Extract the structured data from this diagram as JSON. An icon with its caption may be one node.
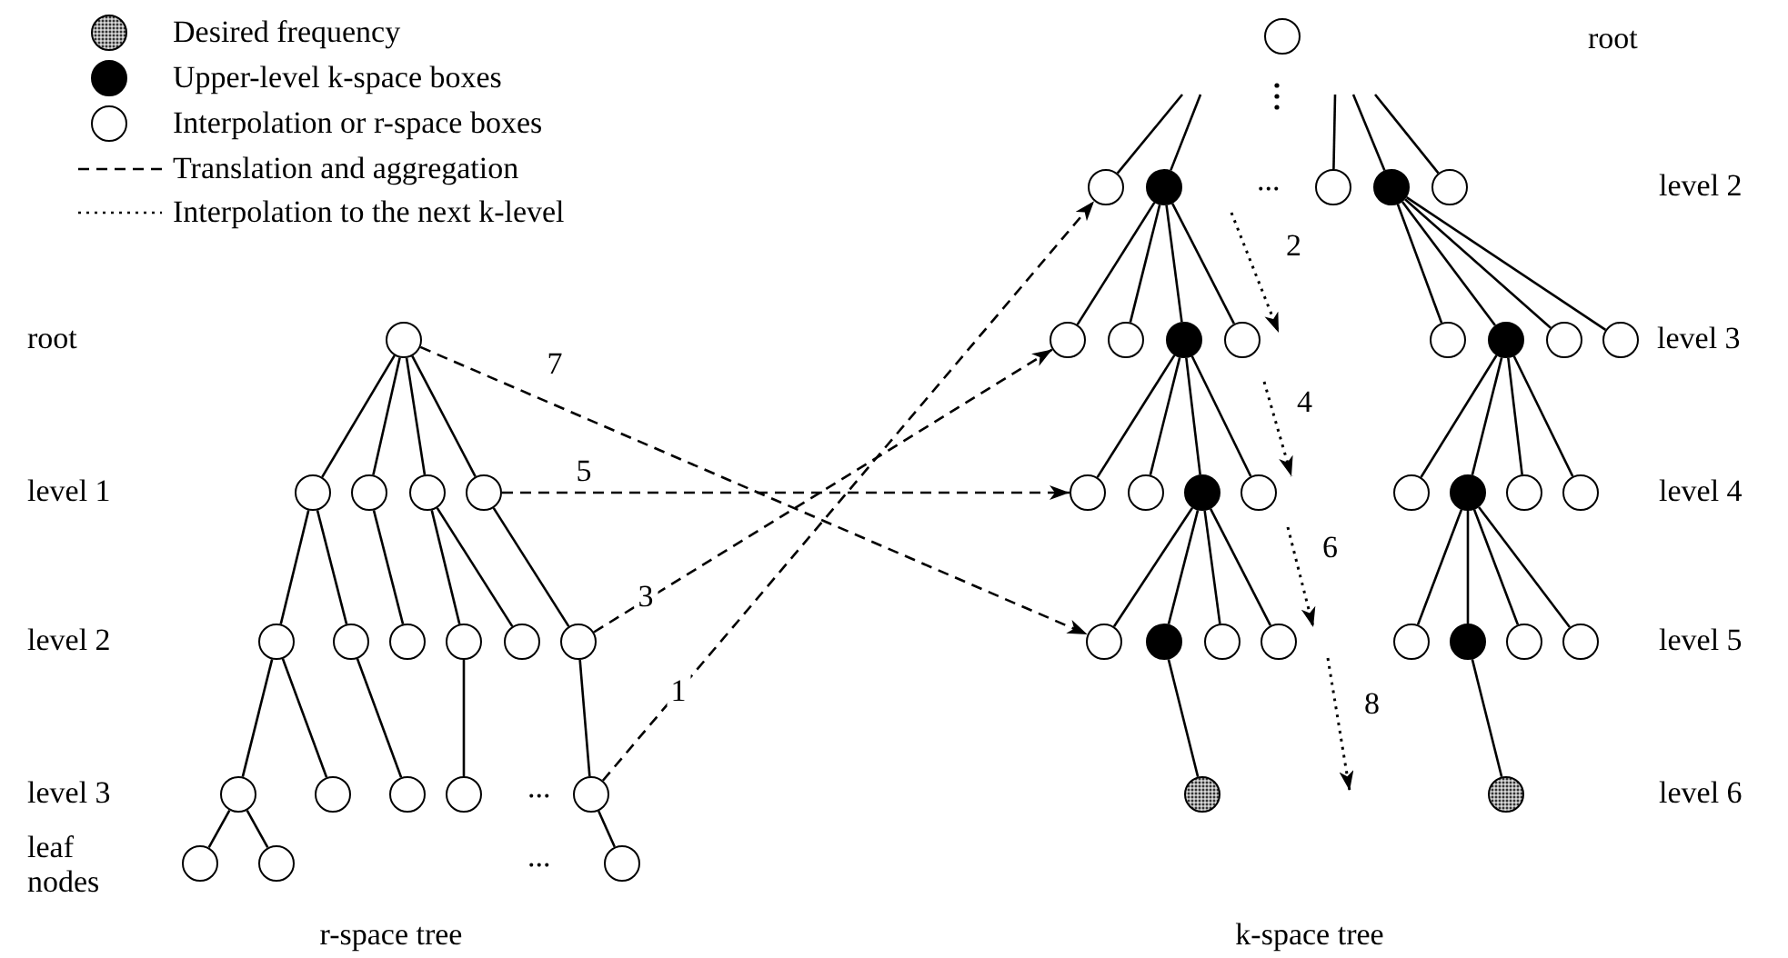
{
  "diagram": {
    "nodes": [
      {
        "text": [],
        "shape": "circle"
      },
      {
        "text": [],
        "shape": "circle"
      },
      {
        "text": [],
        "shape": "circle"
      },
      {
        "text": [],
        "shape": "circle"
      },
      {
        "text": [],
        "shape": "circle"
      },
      {
        "text": [],
        "shape": "circle"
      },
      {
        "text": [],
        "shape": "circle"
      },
      {
        "text": [],
        "shape": "circle"
      },
      {
        "text": [],
        "shape": "circle"
      },
      {
        "text": [],
        "shape": "circle"
      },
      {
        "text": [],
        "shape": "circle"
      },
      {
        "text": [],
        "shape": "circle"
      },
      {
        "text": [],
        "shape": "circle"
      },
      {
        "text": [],
        "shape": "circle"
      },
      {
        "text": [],
        "shape": "circle"
      },
      {
        "text": [],
        "shape": "circle"
      },
      {
        "text": [],
        "shape": "circle"
      },
      {
        "text": [],
        "shape": "circle"
      },
      {
        "text": [],
        "shape": "circle"
      },
      {
        "text": [],
        "shape": "circle"
      },
      {
        "text": [],
        "shape": "circle"
      },
      {
        "text": [],
        "shape": "circle"
      },
      {
        "text": [],
        "shape": "circle"
      },
      {
        "text": [],
        "shape": "circle"
      },
      {
        "text": [],
        "shape": "circle"
      },
      {
        "text": [],
        "shape": "circle"
      },
      {
        "text": [],
        "shape": "circle"
      },
      {
        "text": [],
        "shape": "circle"
      },
      {
        "text": [],
        "shape": "circle"
      },
      {
        "text": [],
        "shape": "circle"
      },
      {
        "text": [],
        "shape": "circle"
      },
      {
        "text": [],
        "shape": "circle"
      },
      {
        "text": [],
        "shape": "circle"
      },
      {
        "text": [],
        "shape": "circle"
      },
      {
        "text": [],
        "shape": "circle"
      },
      {
        "text": [],
        "shape": "circle"
      },
      {
        "text": [],
        "shape": "circle"
      },
      {
        "text": [],
        "shape": "circle"
      },
      {
        "text": [],
        "shape": "circle"
      },
      {
        "text": [],
        "shape": "circle"
      },
      {
        "text": [],
        "shape": "circle"
      },
      {
        "text": [],
        "shape": "circle"
      },
      {
        "text": [],
        "shape": "circle"
      },
      {
        "text": [],
        "shape": "circle"
      },
      {
        "text": [],
        "shape": "circle"
      },
      {
        "text": [],
        "shape": "circle"
      },
      {
        "text": [],
        "shape": "circle"
      },
      {
        "text": [],
        "shape": "circle"
      },
      {
        "text": [],
        "shape": "circle"
      },
      {
        "text": [],
        "shape": "circle"
      },
      {
        "text": [],
        "shape": "circle"
      }
    ],
    "edges": [
      {
        "from": 0,
        "to": 1,
        "arrow": "none"
      },
      {
        "from": 0,
        "to": 2,
        "arrow": "none"
      },
      {
        "from": 0,
        "to": 3,
        "arrow": "none"
      },
      {
        "from": 0,
        "to": 4,
        "arrow": "none"
      },
      {
        "from": 1,
        "to": 5,
        "arrow": "none"
      },
      {
        "from": 1,
        "to": 6,
        "arrow": "none"
      },
      {
        "from": 2,
        "to": 7,
        "arrow": "none"
      },
      {
        "from": 3,
        "to": 8,
        "arrow": "none"
      },
      {
        "from": 3,
        "to": 9,
        "arrow": "none"
      },
      {
        "from": 4,
        "to": 10,
        "arrow": "none"
      },
      {
        "from": 5,
        "to": 11,
        "arrow": "none"
      },
      {
        "from": 5,
        "to": 12,
        "arrow": "none"
      },
      {
        "from": 6,
        "to": 13,
        "arrow": "none"
      },
      {
        "from": 8,
        "to": 14,
        "arrow": "none"
      },
      {
        "from": 10,
        "to": 15,
        "arrow": "none"
      },
      {
        "from": 11,
        "to": 16,
        "arrow": "none"
      },
      {
        "from": 11,
        "to": 17,
        "arrow": "none"
      },
      {
        "from": 15,
        "to": 18,
        "arrow": "none"
      },
      {
        "from": null,
        "to": 20,
        "arrow": "none"
      },
      {
        "from": null,
        "to": 21,
        "arrow": "none"
      },
      {
        "from": null,
        "to": 22,
        "arrow": "none"
      },
      {
        "from": null,
        "to": 23,
        "arrow": "none"
      },
      {
        "from": null,
        "to": 24,
        "arrow": "none"
      },
      {
        "from": 21,
        "to": 25,
        "arrow": "none"
      },
      {
        "from": 21,
        "to": 26,
        "arrow": "none"
      },
      {
        "from": 21,
        "to": 27,
        "arrow": "none"
      },
      {
        "from": 21,
        "to": 28,
        "arrow": "none"
      },
      {
        "from": 23,
        "to": 29,
        "arrow": "none"
      },
      {
        "from": 23,
        "to": 30,
        "arrow": "none"
      },
      {
        "from": 23,
        "to": 31,
        "arrow": "none"
      },
      {
        "from": 23,
        "to": 32,
        "arrow": "none"
      },
      {
        "from": 27,
        "to": 33,
        "arrow": "none"
      },
      {
        "from": 27,
        "to": 34,
        "arrow": "none"
      },
      {
        "from": 27,
        "to": 35,
        "arrow": "none"
      },
      {
        "from": 27,
        "to": 36,
        "arrow": "none"
      },
      {
        "from": 30,
        "to": 37,
        "arrow": "none"
      },
      {
        "from": 30,
        "to": 38,
        "arrow": "none"
      },
      {
        "from": 30,
        "to": 39,
        "arrow": "none"
      },
      {
        "from": 30,
        "to": 40,
        "arrow": "none"
      },
      {
        "from": 35,
        "to": 41,
        "arrow": "none"
      },
      {
        "from": 35,
        "to": 42,
        "arrow": "none"
      },
      {
        "from": 35,
        "to": 43,
        "arrow": "none"
      },
      {
        "from": 35,
        "to": 44,
        "arrow": "none"
      },
      {
        "from": 38,
        "to": 45,
        "arrow": "none"
      },
      {
        "from": 38,
        "to": 46,
        "arrow": "none"
      },
      {
        "from": 38,
        "to": 47,
        "arrow": "none"
      },
      {
        "from": 38,
        "to": 48,
        "arrow": "none"
      },
      {
        "from": 42,
        "to": 49,
        "arrow": "none"
      },
      {
        "from": 46,
        "to": 50,
        "arrow": "none"
      },
      {
        "from": 0,
        "to": 41,
        "arrow": "to",
        "style": "dashed",
        "label": "7"
      },
      {
        "from": 4,
        "to": 33,
        "arrow": "to",
        "style": "dashed",
        "label": "5"
      },
      {
        "from": 10,
        "to": 25,
        "arrow": "to",
        "style": "dashed",
        "label": "3"
      },
      {
        "from": 15,
        "to": 20,
        "arrow": "to",
        "style": "dashed",
        "label": "1"
      }
    ],
    "labels": [
      "root",
      "...",
      "level 2",
      "2",
      "root",
      "level 3",
      "4",
      "level 1",
      "level 4",
      "6",
      "level 2",
      "level 5",
      "8",
      "level 3",
      "...",
      "level 6",
      "leaf nodes",
      "...",
      "r-space tree",
      "k-space tree"
    ],
    "legend": [
      {
        "text": "Desired frequency"
      },
      {
        "text": "Upper-level k-space boxes"
      },
      {
        "text": "Interpolation or r-space boxes"
      },
      {
        "text": "Translation and aggregation"
      },
      {
        "text": "Interpolation to the next k-level"
      }
    ]
  }
}
